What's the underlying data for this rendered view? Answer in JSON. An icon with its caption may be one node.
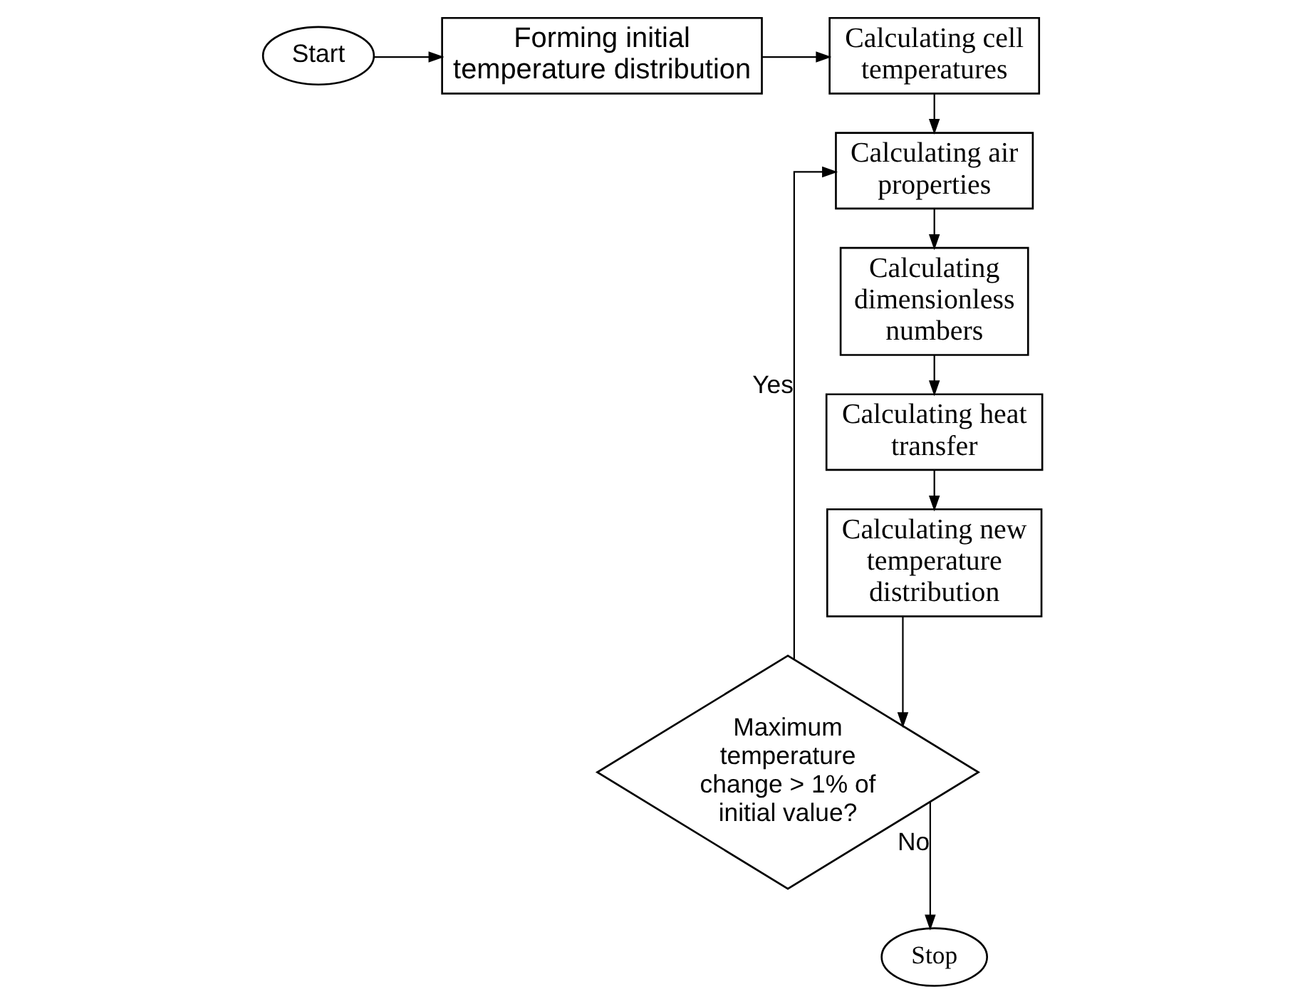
{
  "diagram": {
    "nodes": [
      {
        "text": [
          "Start"
        ]
      },
      {
        "text": [
          "Forming initial temperature distribution"
        ]
      },
      {
        "text": [
          "Calculating cell temperatures"
        ]
      },
      {
        "text": [
          "Calculating air properties"
        ]
      },
      {
        "text": [
          "Calculating dimensionless numbers"
        ]
      },
      {
        "text": [
          "Calculating heat transfer"
        ]
      },
      {
        "text": [
          "Calculating new temperature distribution"
        ]
      },
      {
        "text": [
          "Maximum temperature change > 1% of initial value?"
        ]
      },
      {
        "text": [
          "Stop"
        ]
      }
    ],
    "edges": [
      {
        "from": 0,
        "to": 1,
        "arrow": "to"
      },
      {
        "from": 1,
        "to": 2,
        "arrow": "to"
      },
      {
        "from": 2,
        "to": 3,
        "arrow": "to"
      },
      {
        "from": 3,
        "to": 4,
        "arrow": "to"
      },
      {
        "from": 4,
        "to": 5,
        "arrow": "to"
      },
      {
        "from": 5,
        "to": 6,
        "arrow": "to"
      },
      {
        "from": 6,
        "to": 7,
        "arrow": "to"
      },
      {
        "from": 7,
        "to": 3,
        "arrow": "to",
        "label": "Yes"
      },
      {
        "from": 7,
        "to": 8,
        "arrow": "to",
        "label": "No"
      }
    ]
  }
}
